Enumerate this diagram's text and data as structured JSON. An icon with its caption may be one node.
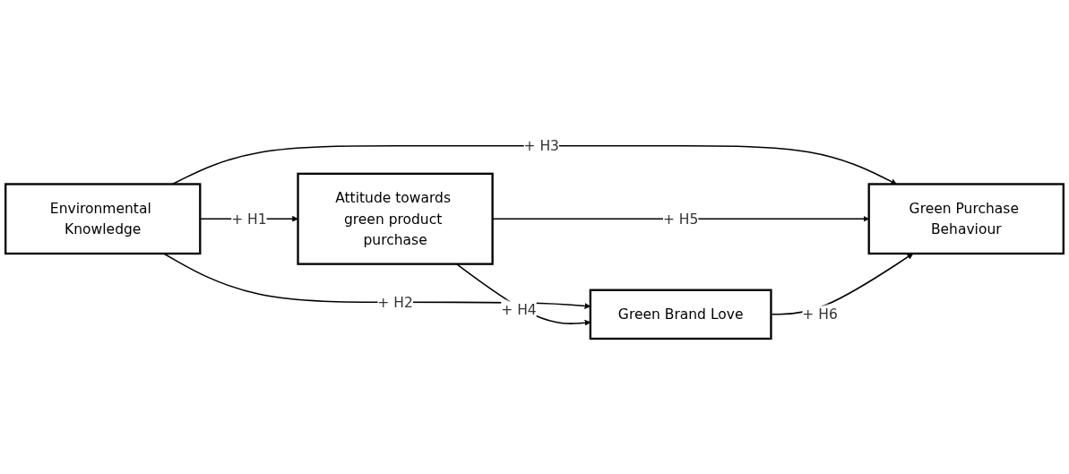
{
  "diagram": {
    "nodes": [
      {
        "text": [
          "Environmental Knowledge"
        ]
      },
      {
        "text": [
          "Attitude towards green product purchase"
        ]
      },
      {
        "text": [
          "Green Brand Love"
        ]
      },
      {
        "text": [
          "Green Purchase Behaviour"
        ]
      }
    ],
    "edges": [
      {
        "from": 0,
        "to": 1,
        "arrow": "to",
        "label": "+ H1"
      },
      {
        "from": 0,
        "to": 2,
        "arrow": "to",
        "label": "+ H2"
      },
      {
        "from": 0,
        "to": 3,
        "arrow": "to",
        "label": "+ H3"
      },
      {
        "from": 1,
        "to": 2,
        "arrow": "to",
        "label": "+ H4"
      },
      {
        "from": 1,
        "to": 3,
        "arrow": "to",
        "label": "+ H5"
      },
      {
        "from": 2,
        "to": 3,
        "arrow": "to",
        "label": "+ H6"
      }
    ]
  }
}
